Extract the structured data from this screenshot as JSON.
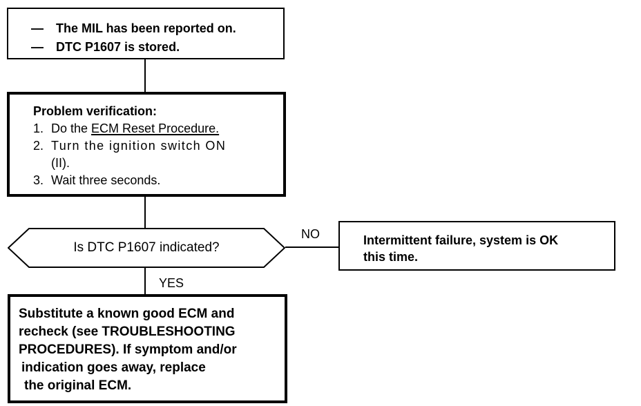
{
  "start_box": {
    "lines": [
      "The MIL has been reported on.",
      "DTC P1607 is stored."
    ]
  },
  "verification_box": {
    "heading": "Problem verification:",
    "steps": [
      {
        "num": "1.",
        "text_before": "Do the ",
        "link": "ECM Reset Procedure."
      },
      {
        "num": "2.",
        "text": "Turn the ignition switch ON",
        "continuation": "(II)."
      },
      {
        "num": "3.",
        "text": "Wait three seconds."
      }
    ]
  },
  "decision": {
    "question": "Is DTC P1607 indicated?",
    "no_label": "NO",
    "yes_label": "YES"
  },
  "no_box": {
    "lines": [
      "Intermittent failure, system is OK",
      "this time."
    ]
  },
  "yes_box": {
    "lines": [
      "Substitute a known good ECM and",
      "recheck (see TROUBLESHOOTING",
      "PROCEDURES). If symptom and/or",
      "indication goes away, replace",
      "the original ECM."
    ]
  }
}
